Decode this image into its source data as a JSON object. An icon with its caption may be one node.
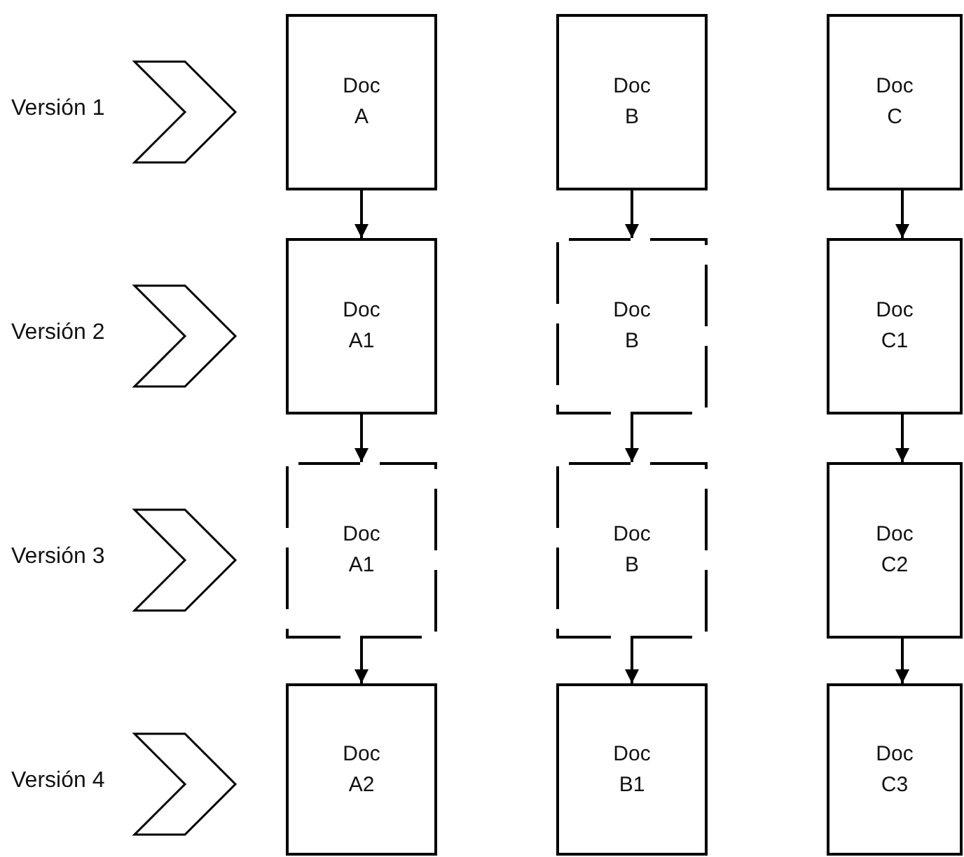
{
  "diagram": {
    "nodes": [
      {
        "text": [
          "Doc A"
        ]
      },
      {
        "text": [
          "Doc B"
        ]
      },
      {
        "text": [
          "Doc C"
        ]
      },
      {
        "text": [
          "Doc A1"
        ]
      },
      {
        "text": [
          "Doc B"
        ]
      },
      {
        "text": [
          "Doc C1"
        ]
      },
      {
        "text": [
          "Doc A1"
        ]
      },
      {
        "text": [
          "Doc B"
        ]
      },
      {
        "text": [
          "Doc C2"
        ]
      },
      {
        "text": [
          "Doc A2"
        ]
      },
      {
        "text": [
          "Doc B1"
        ]
      },
      {
        "text": [
          "Doc C3"
        ]
      }
    ],
    "edges": [
      {
        "from": 0,
        "to": 3,
        "arrow": "to"
      },
      {
        "from": 1,
        "to": 4,
        "arrow": "to"
      },
      {
        "from": 2,
        "to": 5,
        "arrow": "to"
      },
      {
        "from": 3,
        "to": 6,
        "arrow": "to"
      },
      {
        "from": 4,
        "to": 7,
        "arrow": "to"
      },
      {
        "from": 5,
        "to": 8,
        "arrow": "to"
      },
      {
        "from": 6,
        "to": 9,
        "arrow": "to"
      },
      {
        "from": 7,
        "to": 10,
        "arrow": "to"
      },
      {
        "from": 8,
        "to": 11,
        "arrow": "to"
      }
    ],
    "labels": [
      "Versión 1",
      "Versión 2",
      "Versión 3",
      "Versión 4"
    ]
  }
}
